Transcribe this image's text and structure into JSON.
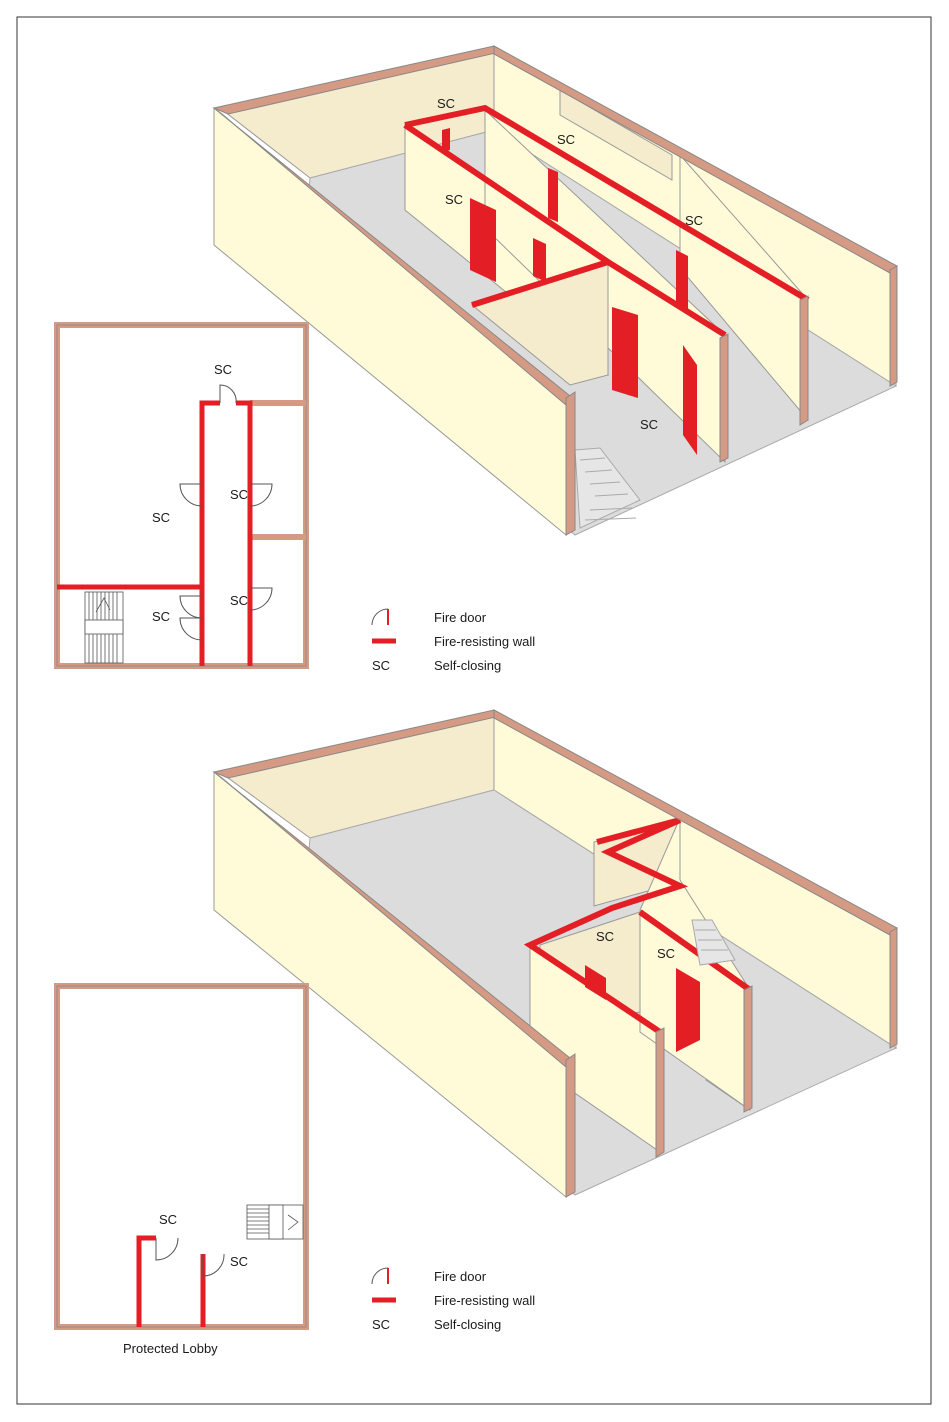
{
  "abbrev": "SC",
  "legend": {
    "fire_door": "Fire door",
    "fire_wall": "Fire-resisting wall",
    "sc_key": "SC",
    "sc_text": "Self-closing"
  },
  "caption_bottom": "Protected Lobby",
  "colors": {
    "outer_wall": "#d59a84",
    "fire_wall": "#e31e24",
    "wall_face": "#fffbd9",
    "wall_back": "#f5ecce",
    "floor": "#dcdcdc",
    "edge": "#8a8a8a"
  }
}
